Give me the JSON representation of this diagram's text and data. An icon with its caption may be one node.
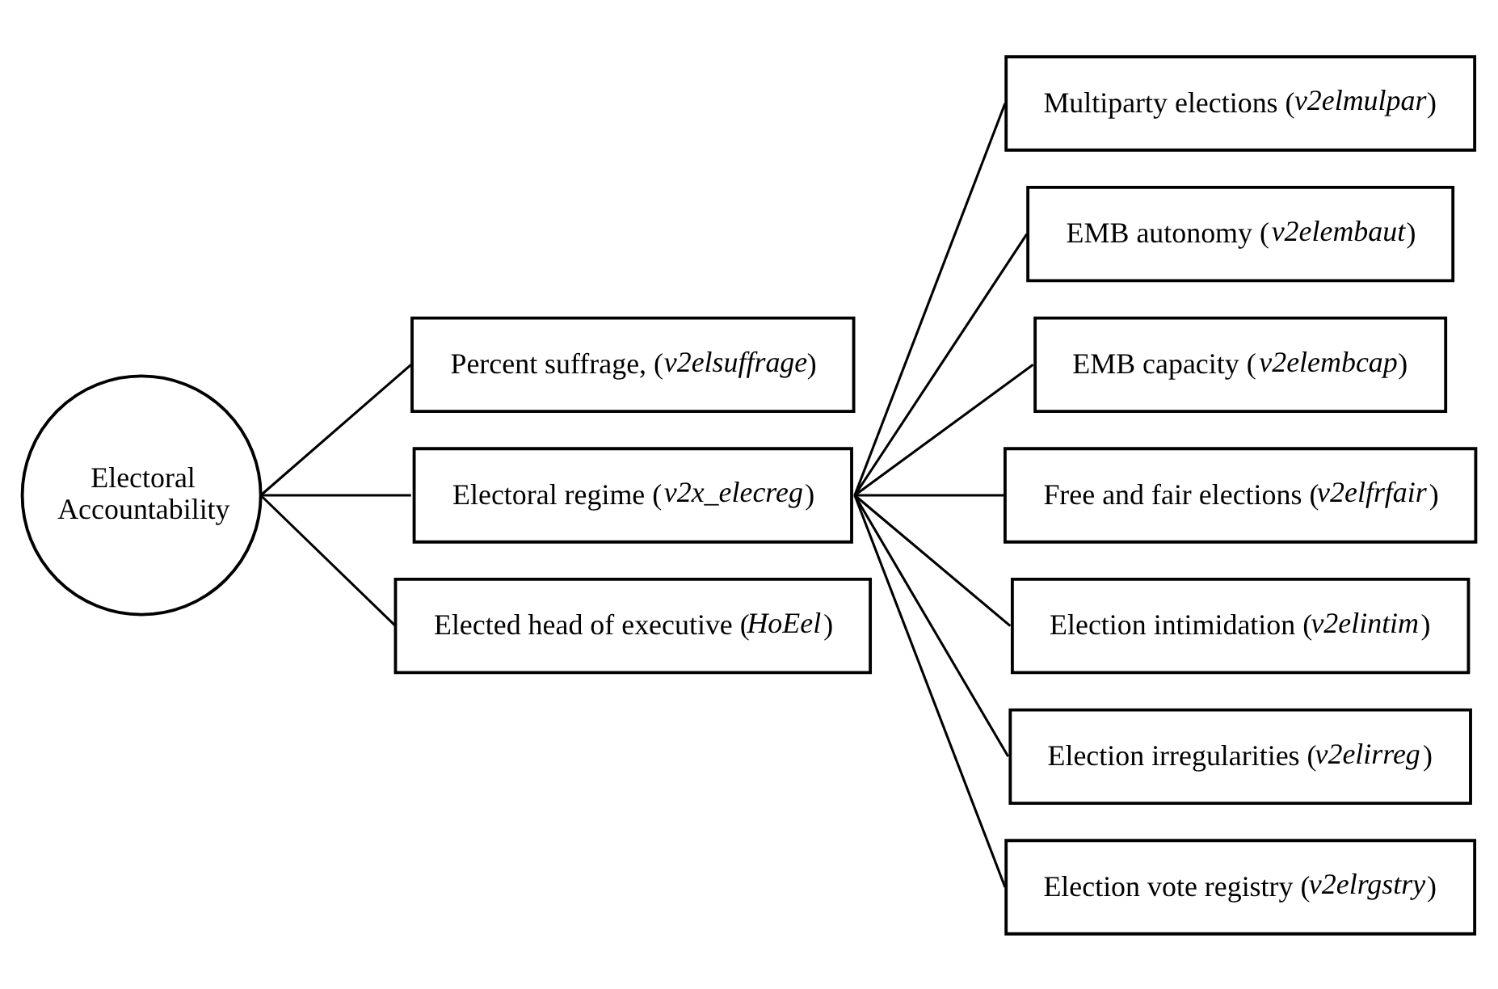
{
  "diagram": {
    "nodes": [
      {
        "text": [
          "Electoral Accountability"
        ]
      },
      {
        "text": [
          "Percent suffrage, (*v2elsuffrage*)"
        ]
      },
      {
        "text": [
          "Electoral regime (*v2x_elecreg*)"
        ]
      },
      {
        "text": [
          "Elected head of executive (*HoEel*)"
        ]
      },
      {
        "text": [
          "Multiparty elections (*v2elmulpar*)"
        ]
      },
      {
        "text": [
          "EMB autonomy (*v2elembaut*)"
        ]
      },
      {
        "text": [
          "EMB capacity (*v2elembcap*)"
        ]
      },
      {
        "text": [
          "Free and fair elections (*v2elfrfair*)"
        ]
      },
      {
        "text": [
          "Election intimidation (*v2elintim*)"
        ]
      },
      {
        "text": [
          "Election irregularities (*v2elirreg*)"
        ]
      },
      {
        "text": [
          "Election vote registry (*v2elrgstry*)"
        ]
      }
    ],
    "edges": [
      {
        "from": 0,
        "to": 1,
        "arrow": "none"
      },
      {
        "from": 0,
        "to": 2,
        "arrow": "none"
      },
      {
        "from": 0,
        "to": 3,
        "arrow": "none"
      },
      {
        "from": 2,
        "to": 4,
        "arrow": "none"
      },
      {
        "from": 2,
        "to": 5,
        "arrow": "none"
      },
      {
        "from": 2,
        "to": 6,
        "arrow": "none"
      },
      {
        "from": 2,
        "to": 7,
        "arrow": "none"
      },
      {
        "from": 2,
        "to": 8,
        "arrow": "none"
      },
      {
        "from": 2,
        "to": 9,
        "arrow": "none"
      },
      {
        "from": 2,
        "to": 10,
        "arrow": "none"
      }
    ]
  }
}
